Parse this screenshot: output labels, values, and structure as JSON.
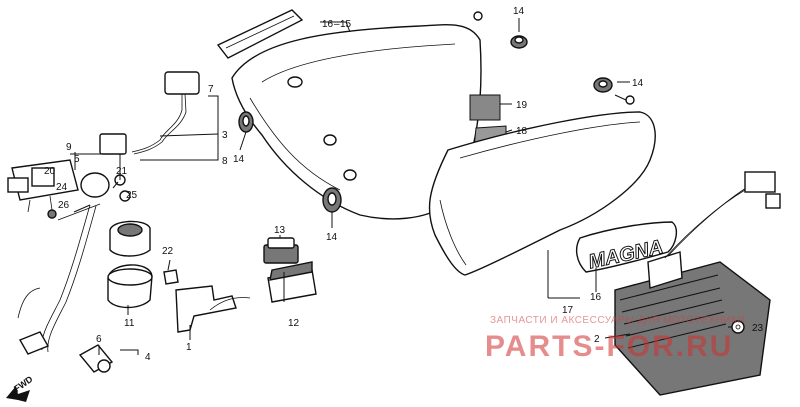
{
  "diagram": {
    "callouts": {
      "c1": "1",
      "c2": "2",
      "c3": "3",
      "c4": "4",
      "c5": "5",
      "c6": "6",
      "c7": "7",
      "c8": "8",
      "c9": "9",
      "c11": "11",
      "c12": "12",
      "c13": "13",
      "c14a": "14",
      "c14b": "14",
      "c14c": "14",
      "c14d": "14",
      "c15": "15",
      "c16a": "16",
      "c16b": "16",
      "c17": "17",
      "c18": "18",
      "c19": "19",
      "c20": "20",
      "c21": "21",
      "c22": "22",
      "c23": "23",
      "c24": "24",
      "c25": "25",
      "c26": "26"
    },
    "fwd_label": "FWD",
    "badge_text": "MAGNA"
  },
  "watermark": {
    "line1": "ЗАПЧАСТИ И АКСЕССУАРЫ ДЛЯ МОТОТЕХНИКИ",
    "line2": "PARTS-FOR.RU"
  }
}
